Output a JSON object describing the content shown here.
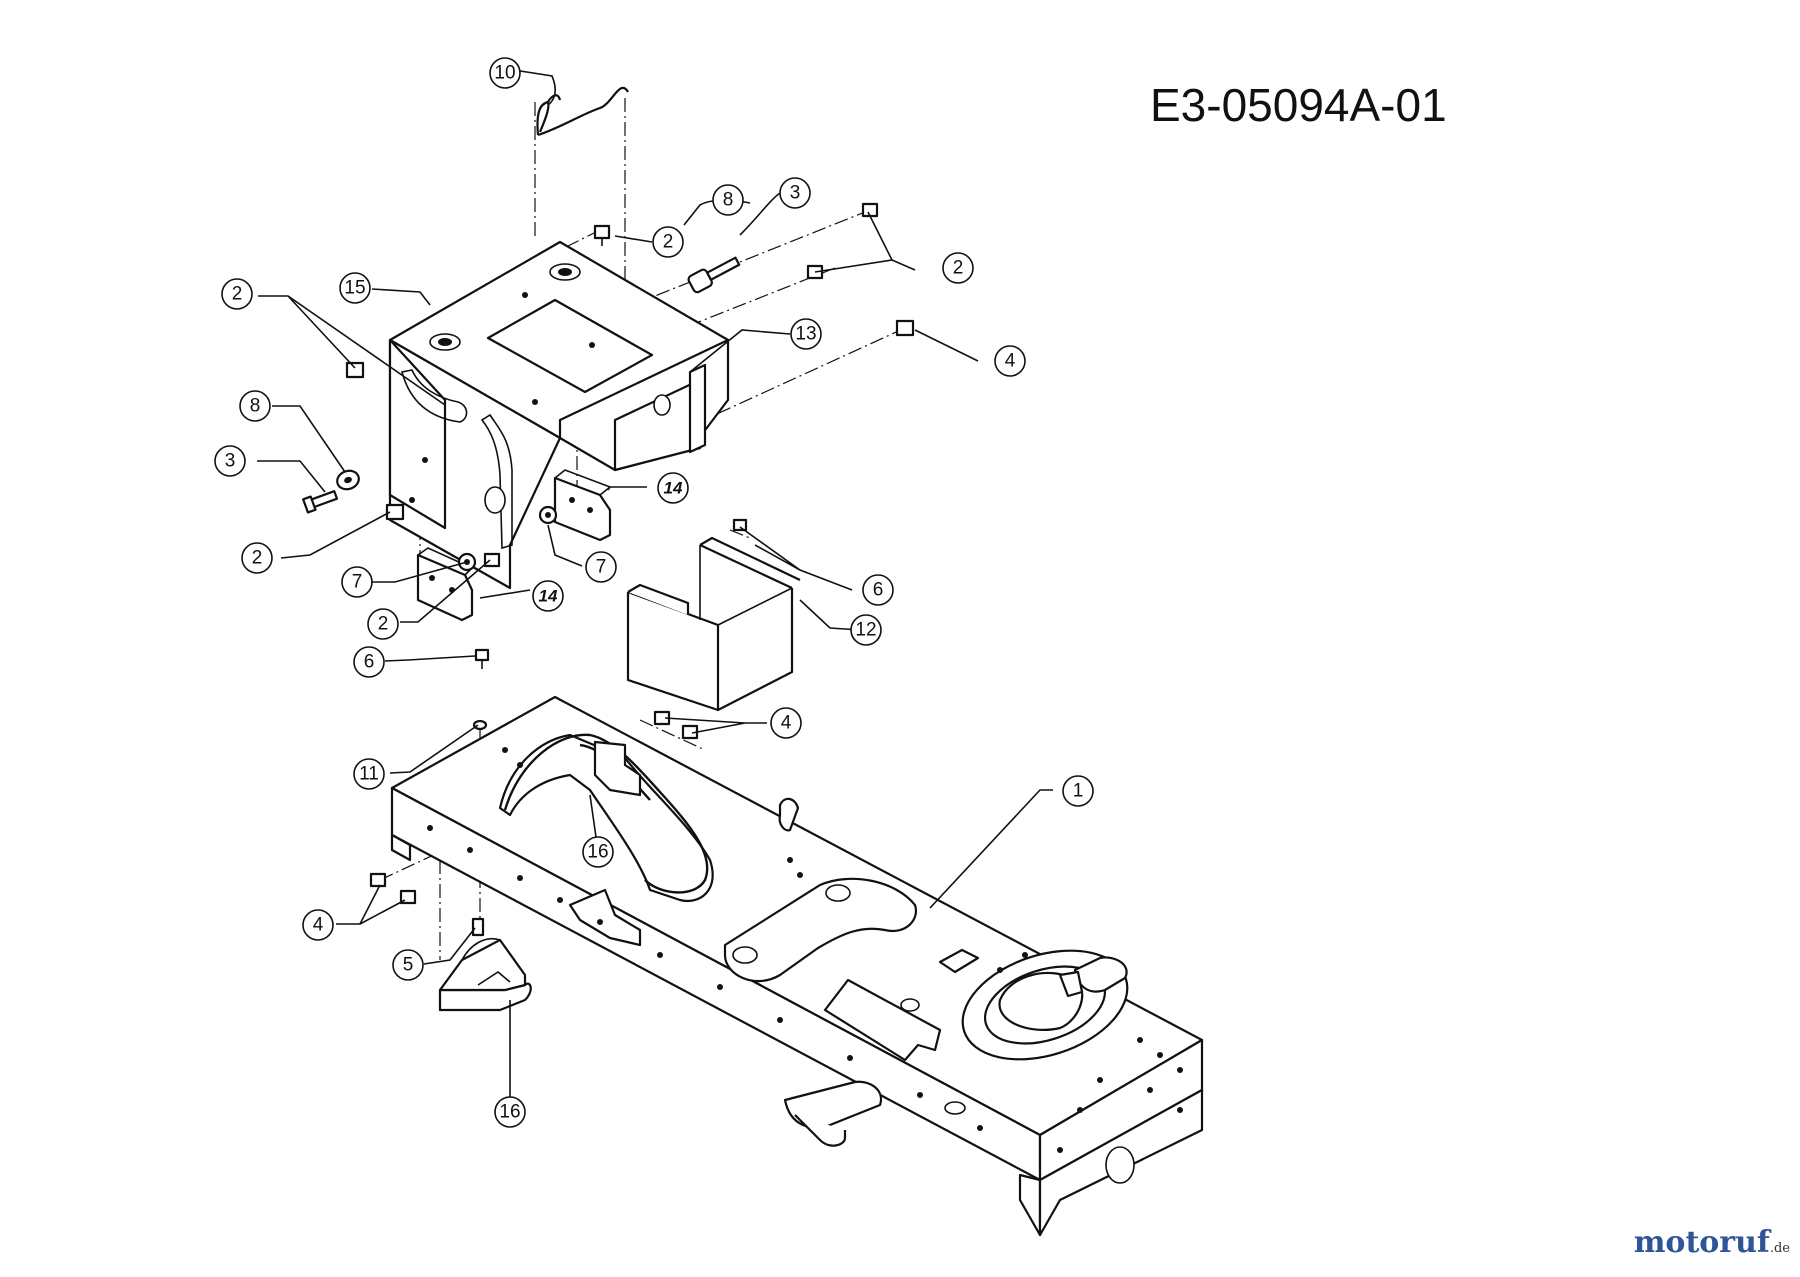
{
  "diagram": {
    "code": "E3-05094A-01",
    "callouts": [
      "1",
      "2",
      "3",
      "4",
      "5",
      "6",
      "7",
      "8",
      "10",
      "11",
      "12",
      "13",
      "14",
      "15",
      "16"
    ]
  },
  "logo": {
    "text": "motoruf",
    "tld": ".de"
  }
}
